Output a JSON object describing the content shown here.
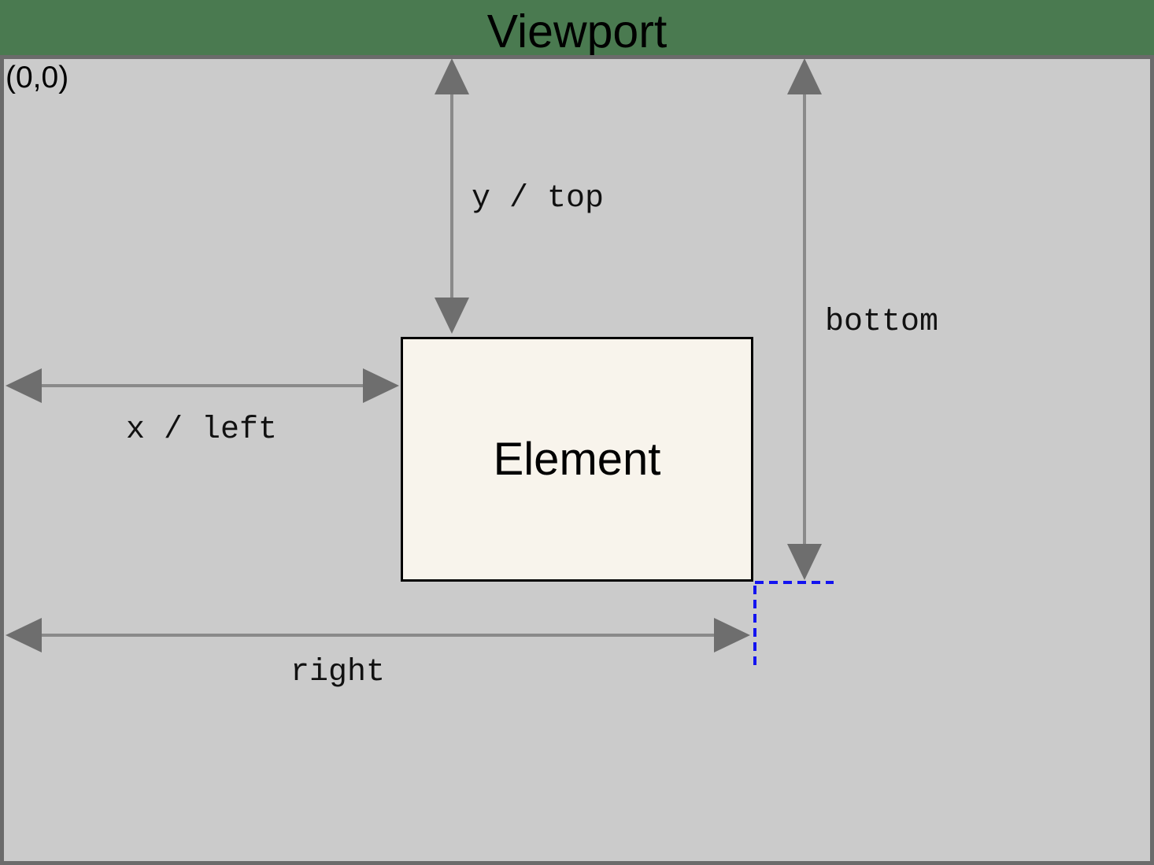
{
  "diagram": {
    "title": "Viewport",
    "origin_label": "(0,0)",
    "element_label": "Element",
    "labels": {
      "y_top": "y / top",
      "x_left": "x / left",
      "bottom": "bottom",
      "right": "right"
    },
    "colors": {
      "header_green": "#4a7a50",
      "viewport_gray": "#cbcbcb",
      "viewport_border": "#6b6b6b",
      "arrow_line": "#8a8a8a",
      "arrow_head": "#6e6e6e",
      "element_fill": "#f8f4ec",
      "element_border": "#000000",
      "guide_blue": "#1414f0",
      "text_black": "#000000"
    }
  }
}
